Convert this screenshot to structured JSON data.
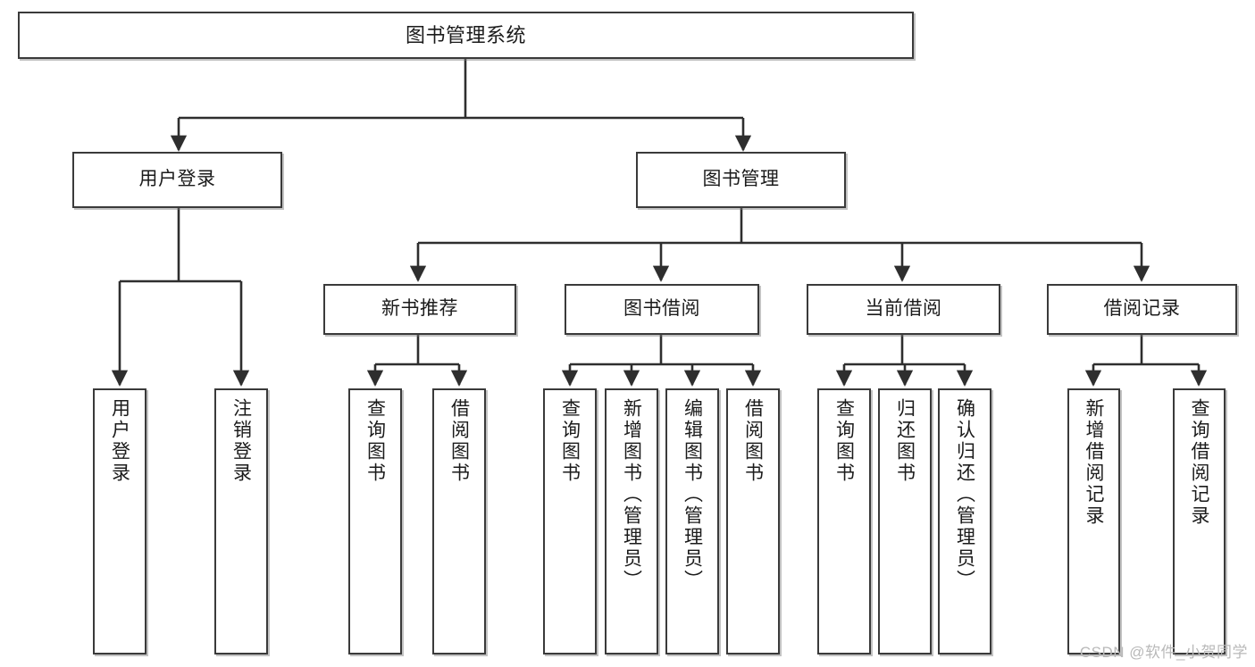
{
  "diagram": {
    "title": "图书管理系统",
    "watermark": "CSDN @软件_小贺同学",
    "colors": {
      "box_border": "#3a3a3a",
      "box_fill": "#ffffff",
      "connector": "#2e2e2e",
      "text": "#1b1b1b",
      "watermark": "#b9b9b9"
    },
    "root": {
      "label": "图书管理系统"
    },
    "level2": [
      {
        "label": "用户登录"
      },
      {
        "label": "图书管理"
      }
    ],
    "level3": [
      {
        "label": "新书推荐"
      },
      {
        "label": "图书借阅"
      },
      {
        "label": "当前借阅"
      },
      {
        "label": "借阅记录"
      }
    ],
    "leaves": {
      "user_login": [
        {
          "label": "用户登录"
        },
        {
          "label": "注销登录"
        }
      ],
      "new_book_recommend": [
        {
          "label": "查询图书"
        },
        {
          "label": "借阅图书"
        }
      ],
      "book_borrow": [
        {
          "label": "查询图书"
        },
        {
          "label": "新增图书（管理员）"
        },
        {
          "label": "编辑图书（管理员）"
        },
        {
          "label": "借阅图书"
        }
      ],
      "current_borrow": [
        {
          "label": "查询图书"
        },
        {
          "label": "归还图书"
        },
        {
          "label": "确认归还（管理员）"
        }
      ],
      "borrow_record": [
        {
          "label": "新增借阅记录"
        },
        {
          "label": "查询借阅记录"
        }
      ]
    }
  }
}
